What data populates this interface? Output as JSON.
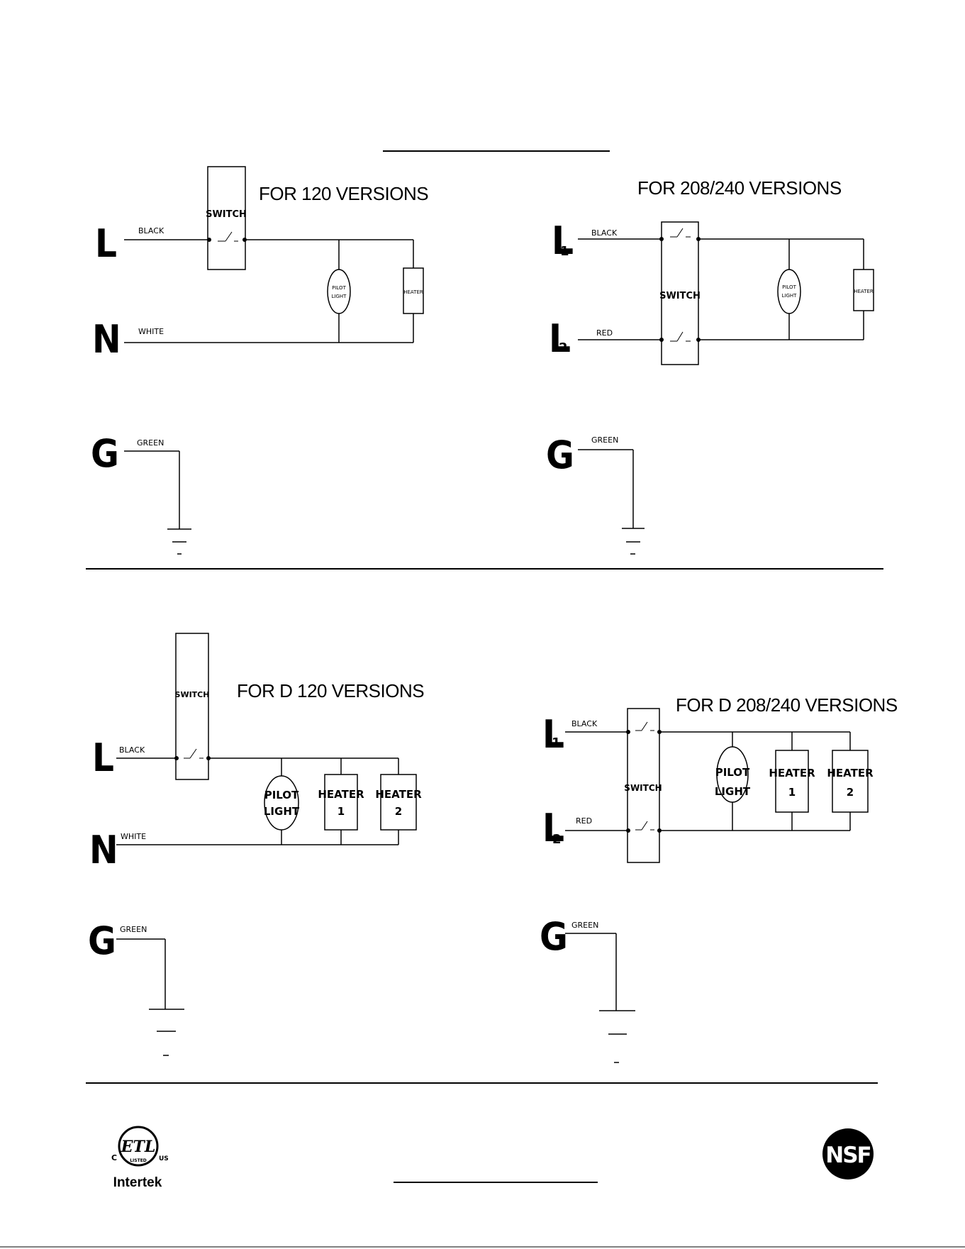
{
  "diagrams": {
    "d1": {
      "title": "FOR 120 VERSIONS",
      "terminal_top": "L",
      "terminal_bottom": "N",
      "terminal_ground": "G",
      "wire_top": "BLACK",
      "wire_bottom": "WHITE",
      "wire_ground": "GREEN",
      "switch_label": "SWITCH",
      "pilot_label_1": "PILOT",
      "pilot_label_2": "LIGHT",
      "heater_label": "HEATER"
    },
    "d2": {
      "title": "FOR 208/240 VERSIONS",
      "terminal_top": "L",
      "terminal_top_sub": "1",
      "terminal_bottom": "L",
      "terminal_bottom_sub": "2",
      "terminal_ground": "G",
      "wire_top": "BLACK",
      "wire_bottom": "RED",
      "wire_ground": "GREEN",
      "switch_label": "SWITCH",
      "pilot_label_1": "PILOT",
      "pilot_label_2": "LIGHT",
      "heater_label": "HEATER"
    },
    "d3": {
      "title": "FOR D 120 VERSIONS",
      "terminal_top": "L",
      "terminal_bottom": "N",
      "terminal_ground": "G",
      "wire_top": "BLACK",
      "wire_bottom": "WHITE",
      "wire_ground": "GREEN",
      "switch_label": "SWITCH",
      "pilot_label_1": "PILOT",
      "pilot_label_2": "LIGHT",
      "heater1_label_1": "HEATER",
      "heater1_label_2": "1",
      "heater2_label_1": "HEATER",
      "heater2_label_2": "2"
    },
    "d4": {
      "title": "FOR D 208/240 VERSIONS",
      "terminal_top": "L",
      "terminal_top_sub": "1",
      "terminal_bottom": "L",
      "terminal_bottom_sub": "2",
      "terminal_ground": "G",
      "wire_top": "BLACK",
      "wire_bottom": "RED",
      "wire_ground": "GREEN",
      "switch_label": "SWITCH",
      "pilot_label_1": "PILOT",
      "pilot_label_2": "LIGHT",
      "heater1_label_1": "HEATER",
      "heater1_label_2": "1",
      "heater2_label_1": "HEATER",
      "heater2_label_2": "2"
    }
  },
  "logos": {
    "etl_mark": "ETL",
    "etl_c": "C",
    "etl_us": "US",
    "etl_listed": "LISTED",
    "etl_company": "Intertek",
    "nsf_mark": "NSF"
  },
  "colors": {
    "ink": "#000000",
    "paper": "#ffffff"
  }
}
